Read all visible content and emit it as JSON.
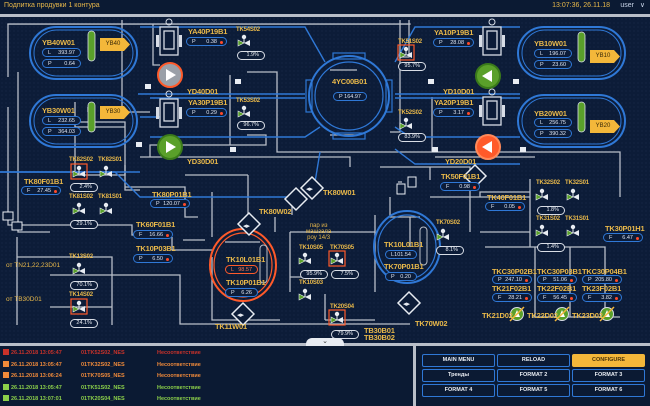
{
  "header": {
    "title": "Подпитка продувки 1 контура",
    "datetime": "13:07:36, 26.11.18",
    "user": "user"
  },
  "colors": {
    "accent": "#e8b84a",
    "pipe_blue": "#2f78d6",
    "alarm_red": "#ff5a2a",
    "ok_green": "#5aa02a",
    "tag_yellow": "#f3b73a"
  },
  "tanks": [
    {
      "name": "YB40W01",
      "L": "393.97",
      "P": "0.64",
      "tag": "YB40"
    },
    {
      "name": "YB30W01",
      "L": "232.65",
      "P": "364.03",
      "tag": "YB30"
    },
    {
      "name": "YB10W01",
      "L": "196.07",
      "P": "23.60",
      "tag": "YB10"
    },
    {
      "name": "YB20W01",
      "L": "256.75",
      "P": "390.32",
      "tag": "YB20"
    }
  ],
  "pumps": [
    {
      "name": "YD40D01",
      "state": "stopped"
    },
    {
      "name": "YD30D01",
      "state": "running"
    },
    {
      "name": "YD10D01",
      "state": "running"
    },
    {
      "name": "YD20D01",
      "state": "fault"
    }
  ],
  "pressures": {
    "ya40": {
      "name": "YA40P19B1",
      "k": "P",
      "v": "0.38"
    },
    "ya30": {
      "name": "YA30P19B1",
      "k": "P",
      "v": "0.29"
    },
    "ya10": {
      "name": "YA10P19B1",
      "k": "P",
      "v": "28.08"
    },
    "ya20": {
      "name": "YA20P19B1",
      "k": "P",
      "v": "3.17"
    }
  },
  "valves_top": {
    "tk54": {
      "name": "TK54S02",
      "pct": "1.9%"
    },
    "tk53": {
      "name": "TK53S02",
      "pct": "96.7%"
    },
    "tk51": {
      "name": "TK51S02",
      "pct": "95.7%"
    },
    "tk52": {
      "name": "TK52S02",
      "pct": "83.9%"
    }
  },
  "center_vessel": {
    "name": "4YC00B01",
    "k": "P",
    "v": "164.97"
  },
  "left_group": {
    "tk82s02": "TK82S02",
    "tk82s01": "TK82S01",
    "tk81s02": "TK81S02",
    "tk81s01": "TK81S01",
    "pct_top": "2.4%",
    "pct_bottom": "29.1%"
  },
  "flows": {
    "tk80f": {
      "name": "TK80F01B1",
      "k": "F",
      "v": "27.45"
    },
    "tk80p": {
      "name": "TK80P01B1",
      "k": "P",
      "v": "120.07"
    },
    "tk60f": {
      "name": "TK60F01B1",
      "k": "F",
      "v": "16.66"
    },
    "tk10p03": {
      "name": "TK10P03B1",
      "k": "P",
      "v": "6.50"
    },
    "tk50f": {
      "name": "TK50F01B1",
      "k": "F",
      "v": "0.98"
    },
    "tk40f": {
      "name": "TK40F01B1",
      "k": "F",
      "v": "0.05"
    },
    "tk30p": {
      "name": "TK30P01H1",
      "k": "F",
      "v": "6.47"
    }
  },
  "inlets": {
    "from_tn": "от TN21,22,23D01",
    "from_tb": "от TB30D01",
    "tk13": {
      "name": "TK13S02",
      "pct": "70.1%"
    },
    "tk14": {
      "name": "TK14S02",
      "pct": "24.1%"
    }
  },
  "heat_exchangers": {
    "tk80w01": "TK80W01",
    "tk80w02": "TK80W02",
    "tk11w01": "TK11W01",
    "tk70w02": "TK70W02"
  },
  "steam_note": [
    "пар из",
    "машзала",
    "роу 14/3"
  ],
  "mid_valves": {
    "tk10s05": {
      "name": "TK10S05",
      "pct": "95.9%"
    },
    "tk70s05": {
      "name": "TK70S05",
      "pct": "7.5%"
    },
    "tk10s03": {
      "name": "TK10S03"
    },
    "tk20s04": {
      "name": "TK20S04",
      "pct": "79.9%"
    },
    "tk70s02": {
      "name": "TK70S02",
      "pct": "8.1%"
    }
  },
  "tb_label": [
    "TB30B01",
    "TB30B02"
  ],
  "deaerator_left": {
    "level": {
      "name": "TK10L01B1",
      "k": "L",
      "v": "98.57"
    },
    "press": {
      "name": "TK10P01B1",
      "k": "P",
      "v": "6.26"
    }
  },
  "deaerator_right": {
    "level": {
      "name": "TK10L01B1",
      "k": "L",
      "v": "101.54"
    },
    "press": {
      "name": "TK70P01B1",
      "k": "P",
      "v": "0.20"
    }
  },
  "right_group": {
    "tk32s02": "TK32S02",
    "tk32s01": "TK32S01",
    "tk31s02": "TK31S02",
    "tk31s01": "TK31S01",
    "pct_top": "1.8%",
    "pct_bottom": "1.4%"
  },
  "outputs": [
    {
      "p_name": "TKC30P02B1",
      "p_v": "247.10",
      "f_name": "TK21F02B1",
      "f_v": "28.21",
      "pump": "TK21D02"
    },
    {
      "p_name": "TKC30P03B1",
      "p_v": "51.06",
      "f_name": "TK22F02B1",
      "f_v": "56.45",
      "pump": "TK22D02"
    },
    {
      "p_name": "TKC30P04B1",
      "p_v": "205.80",
      "f_name": "TK23F02B1",
      "f_v": "3.82",
      "pump": "TK23D02"
    }
  ],
  "alarms": [
    {
      "time": "26.11.2018 13:05:47",
      "tag": "01TK52S02_NES",
      "text": "Несоответствие",
      "color": "#c8322a"
    },
    {
      "time": "26.11.2018 13:05:47",
      "tag": "01TK32S02_NES",
      "text": "Несоответствие",
      "color": "#f08a3a"
    },
    {
      "time": "26.11.2018 13:06:24",
      "tag": "01TK70S05_NES",
      "text": "Несоответствие",
      "color": "#f08a3a"
    },
    {
      "time": "26.11.2018 13:05:47",
      "tag": "01TK51S02_NES",
      "text": "Несоответствие",
      "color": "#8cd04a"
    },
    {
      "time": "26.11.2018 13:07:01",
      "tag": "01TK20S04_NES",
      "text": "Несоответствие",
      "color": "#8cd04a"
    }
  ],
  "buttons": [
    {
      "label": "MAIN MENU",
      "active": false
    },
    {
      "label": "RELOAD",
      "active": false
    },
    {
      "label": "CONFIGURE",
      "active": true
    },
    {
      "label": "Тренды",
      "active": false
    },
    {
      "label": "FORMAT 2",
      "active": false
    },
    {
      "label": "FORMAT 3",
      "active": false
    },
    {
      "label": "FORMAT 4",
      "active": false
    },
    {
      "label": "FORMAT 5",
      "active": false
    },
    {
      "label": "FORMAT 6",
      "active": false
    }
  ]
}
